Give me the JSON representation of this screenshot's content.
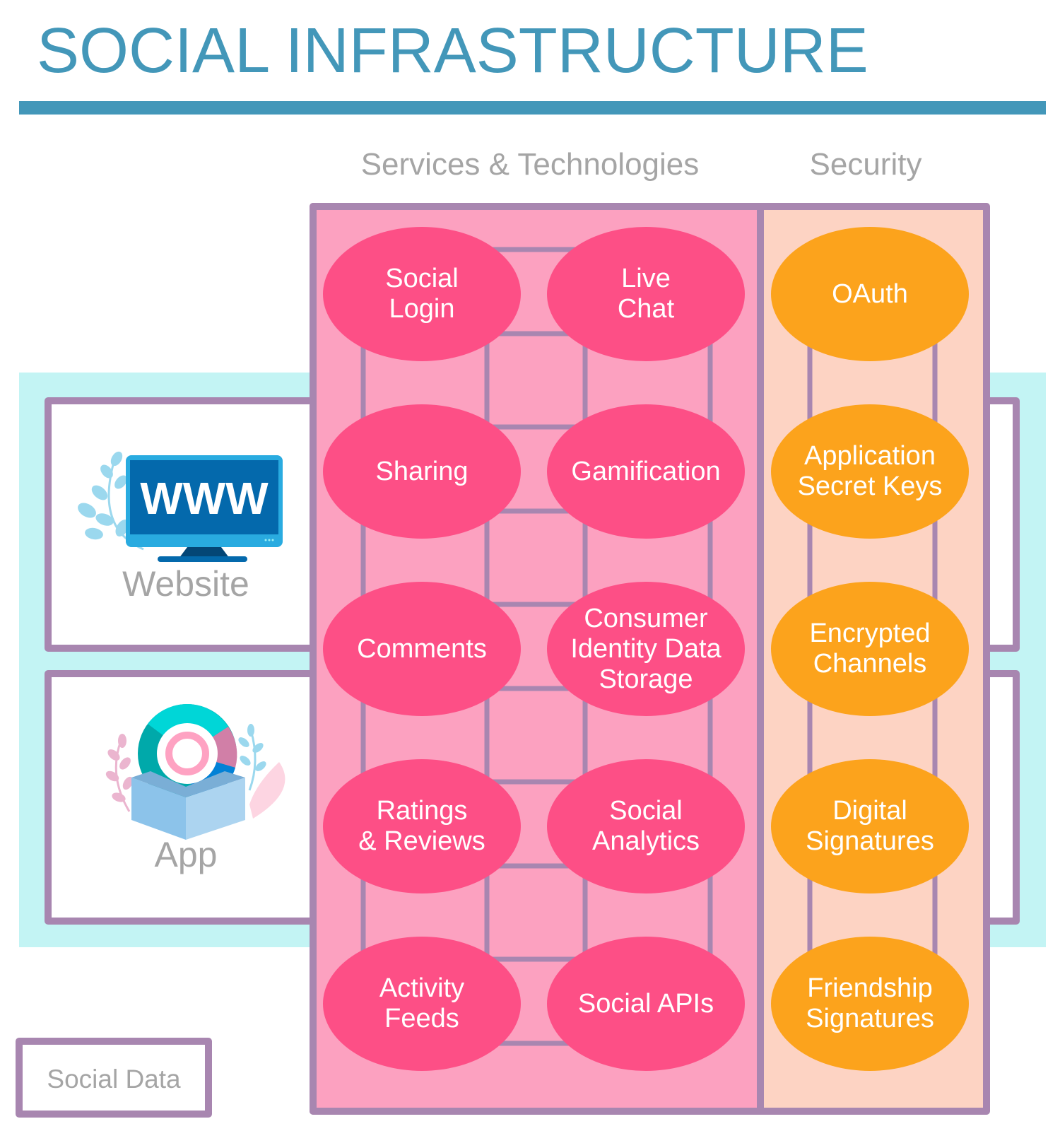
{
  "title": "SOCIAL INFRASTRUCTURE",
  "columns": {
    "services": "Services & Technologies",
    "security": "Security"
  },
  "sources": {
    "website": {
      "label": "Website",
      "icon_text": "WWW"
    },
    "app": {
      "label": "App"
    }
  },
  "legend": {
    "social_data": "Social Data"
  },
  "services": [
    [
      "Social\nLogin",
      "Live\nChat"
    ],
    [
      "Sharing",
      "Gamification"
    ],
    [
      "Comments",
      "Consumer\nIdentity Data\nStorage"
    ],
    [
      "Ratings\n& Reviews",
      "Social\nAnalytics"
    ],
    [
      "Activity\nFeeds",
      "Social APIs"
    ]
  ],
  "security": [
    "OAuth",
    "Application\nSecret Keys",
    "Encrypted\nChannels",
    "Digital\nSignatures",
    "Friendship\nSignatures"
  ],
  "colors": {
    "title": "#4397b9",
    "frame": "#a886b0",
    "services_bg": "#fca1c0",
    "security_bg": "#fdd3c3",
    "service_node": "#fd4f86",
    "security_node": "#fca31c",
    "data_band": "#c3f4f4"
  }
}
